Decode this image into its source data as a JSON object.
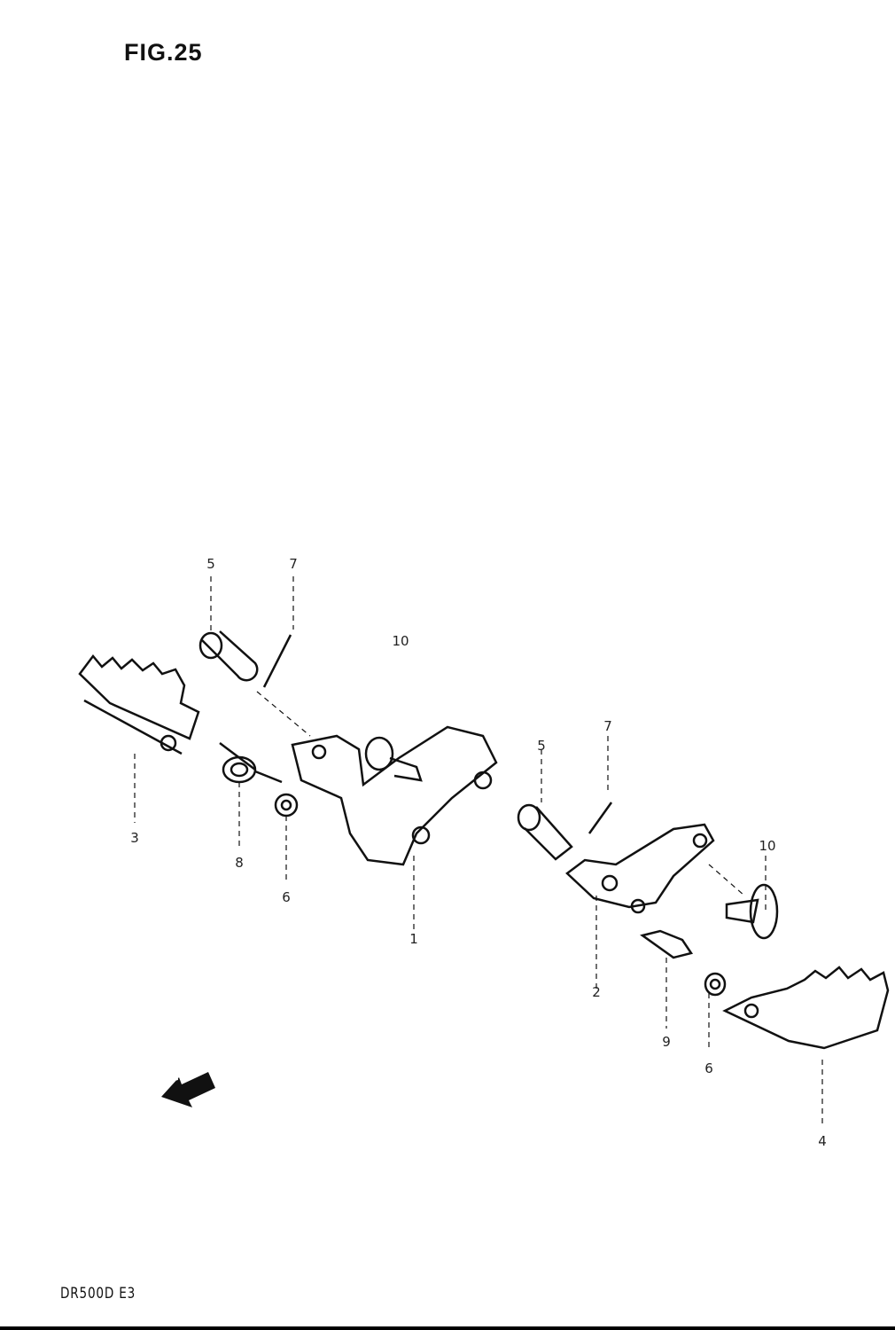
{
  "title": "FIG.25",
  "footer": "DR500D E3",
  "fwd_label": "FWD",
  "callouts": [
    "5",
    "7",
    "10",
    "3",
    "8",
    "6",
    "1",
    "5",
    "7",
    "10",
    "2",
    "9",
    "6",
    "4"
  ]
}
